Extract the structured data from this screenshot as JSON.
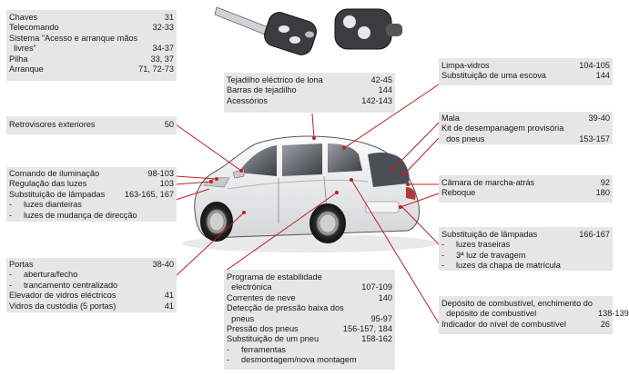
{
  "boxes": {
    "top_left": [
      {
        "label": "Chaves",
        "page": "31"
      },
      {
        "label": "Telecomando",
        "page": "32-33"
      },
      {
        "label": "Sistema \"Acesso e arranque mãos\n  livres\"",
        "page": "34-37"
      },
      {
        "label": "Pilha",
        "page": "33, 37"
      },
      {
        "label": "Arranque",
        "page": "71, 72-73"
      }
    ],
    "roof": [
      {
        "label": "Tejadilho eléctrico de lona",
        "page": "42-45"
      },
      {
        "label": "Barras de tejadilho",
        "page": "144"
      },
      {
        "label": "Acessórios",
        "page": "142-143"
      }
    ],
    "wipers": [
      {
        "label": "Limpa-vidros",
        "page": "104-105"
      },
      {
        "label": "Substituição de uma escova",
        "page": "144"
      }
    ],
    "mirrors": [
      {
        "label": "Retrovisores exteriores",
        "page": "50"
      }
    ],
    "boot": [
      {
        "label": "Mala",
        "page": "39-40"
      },
      {
        "label": "Kit de desempanagem provisória\n  dos pneus",
        "page": "153-157"
      }
    ],
    "lighting": {
      "rows": [
        {
          "label": "Comando de iluminação",
          "page": "98-103"
        },
        {
          "label": "Regulação das luzes",
          "page": "103"
        },
        {
          "label": "Substituição de lâmpadas",
          "page": "163-165, 167"
        }
      ],
      "subs": [
        "luzes dianteiras",
        "luzes de mudança de direcção"
      ]
    },
    "camera": [
      {
        "label": "Câmara de marcha-atrás",
        "page": "92"
      },
      {
        "label": "Reboque",
        "page": "180"
      }
    ],
    "rear_lamps": {
      "rows": [
        {
          "label": "Substituição de lâmpadas",
          "page": "166-167"
        }
      ],
      "subs": [
        "luzes traseiras",
        "3ª luz de travagem",
        "luzes da chapa de matrícula"
      ]
    },
    "doors": {
      "row1": {
        "label": "Portas",
        "page": "38-40"
      },
      "subs": [
        "abertura/fecho",
        "trancamento centralizado"
      ],
      "rows": [
        {
          "label": "Elevador de vidros eléctricos",
          "page": "41"
        },
        {
          "label": "Vidros da custódia (5 portas)",
          "page": "41"
        }
      ]
    },
    "safety": {
      "rows": [
        {
          "label": "Programa de estabilidade\n  electrónica",
          "page": "107-109"
        },
        {
          "label": "Correntes de neve",
          "page": "140"
        },
        {
          "label": "Detecção de pressão baixa dos\n  pneus",
          "page": "95-97"
        },
        {
          "label": "Pressão dos pneus",
          "page": "156-157, 184"
        },
        {
          "label": "Substituição de um pneu",
          "page": "158-162"
        }
      ],
      "subs": [
        "ferramentas",
        "desmontagem/nova montagem"
      ]
    },
    "fuel": [
      {
        "label": "Depósito de combustível, enchimento do\n  depósito de combustível",
        "page": "138-139"
      },
      {
        "label": "Indicador do nível de combustível",
        "page": "26"
      }
    ]
  },
  "sub_dash": "-",
  "colors": {
    "box_bg": "#e6e6e6",
    "leader": "#c81e1e",
    "dot": "#c81e1e"
  }
}
